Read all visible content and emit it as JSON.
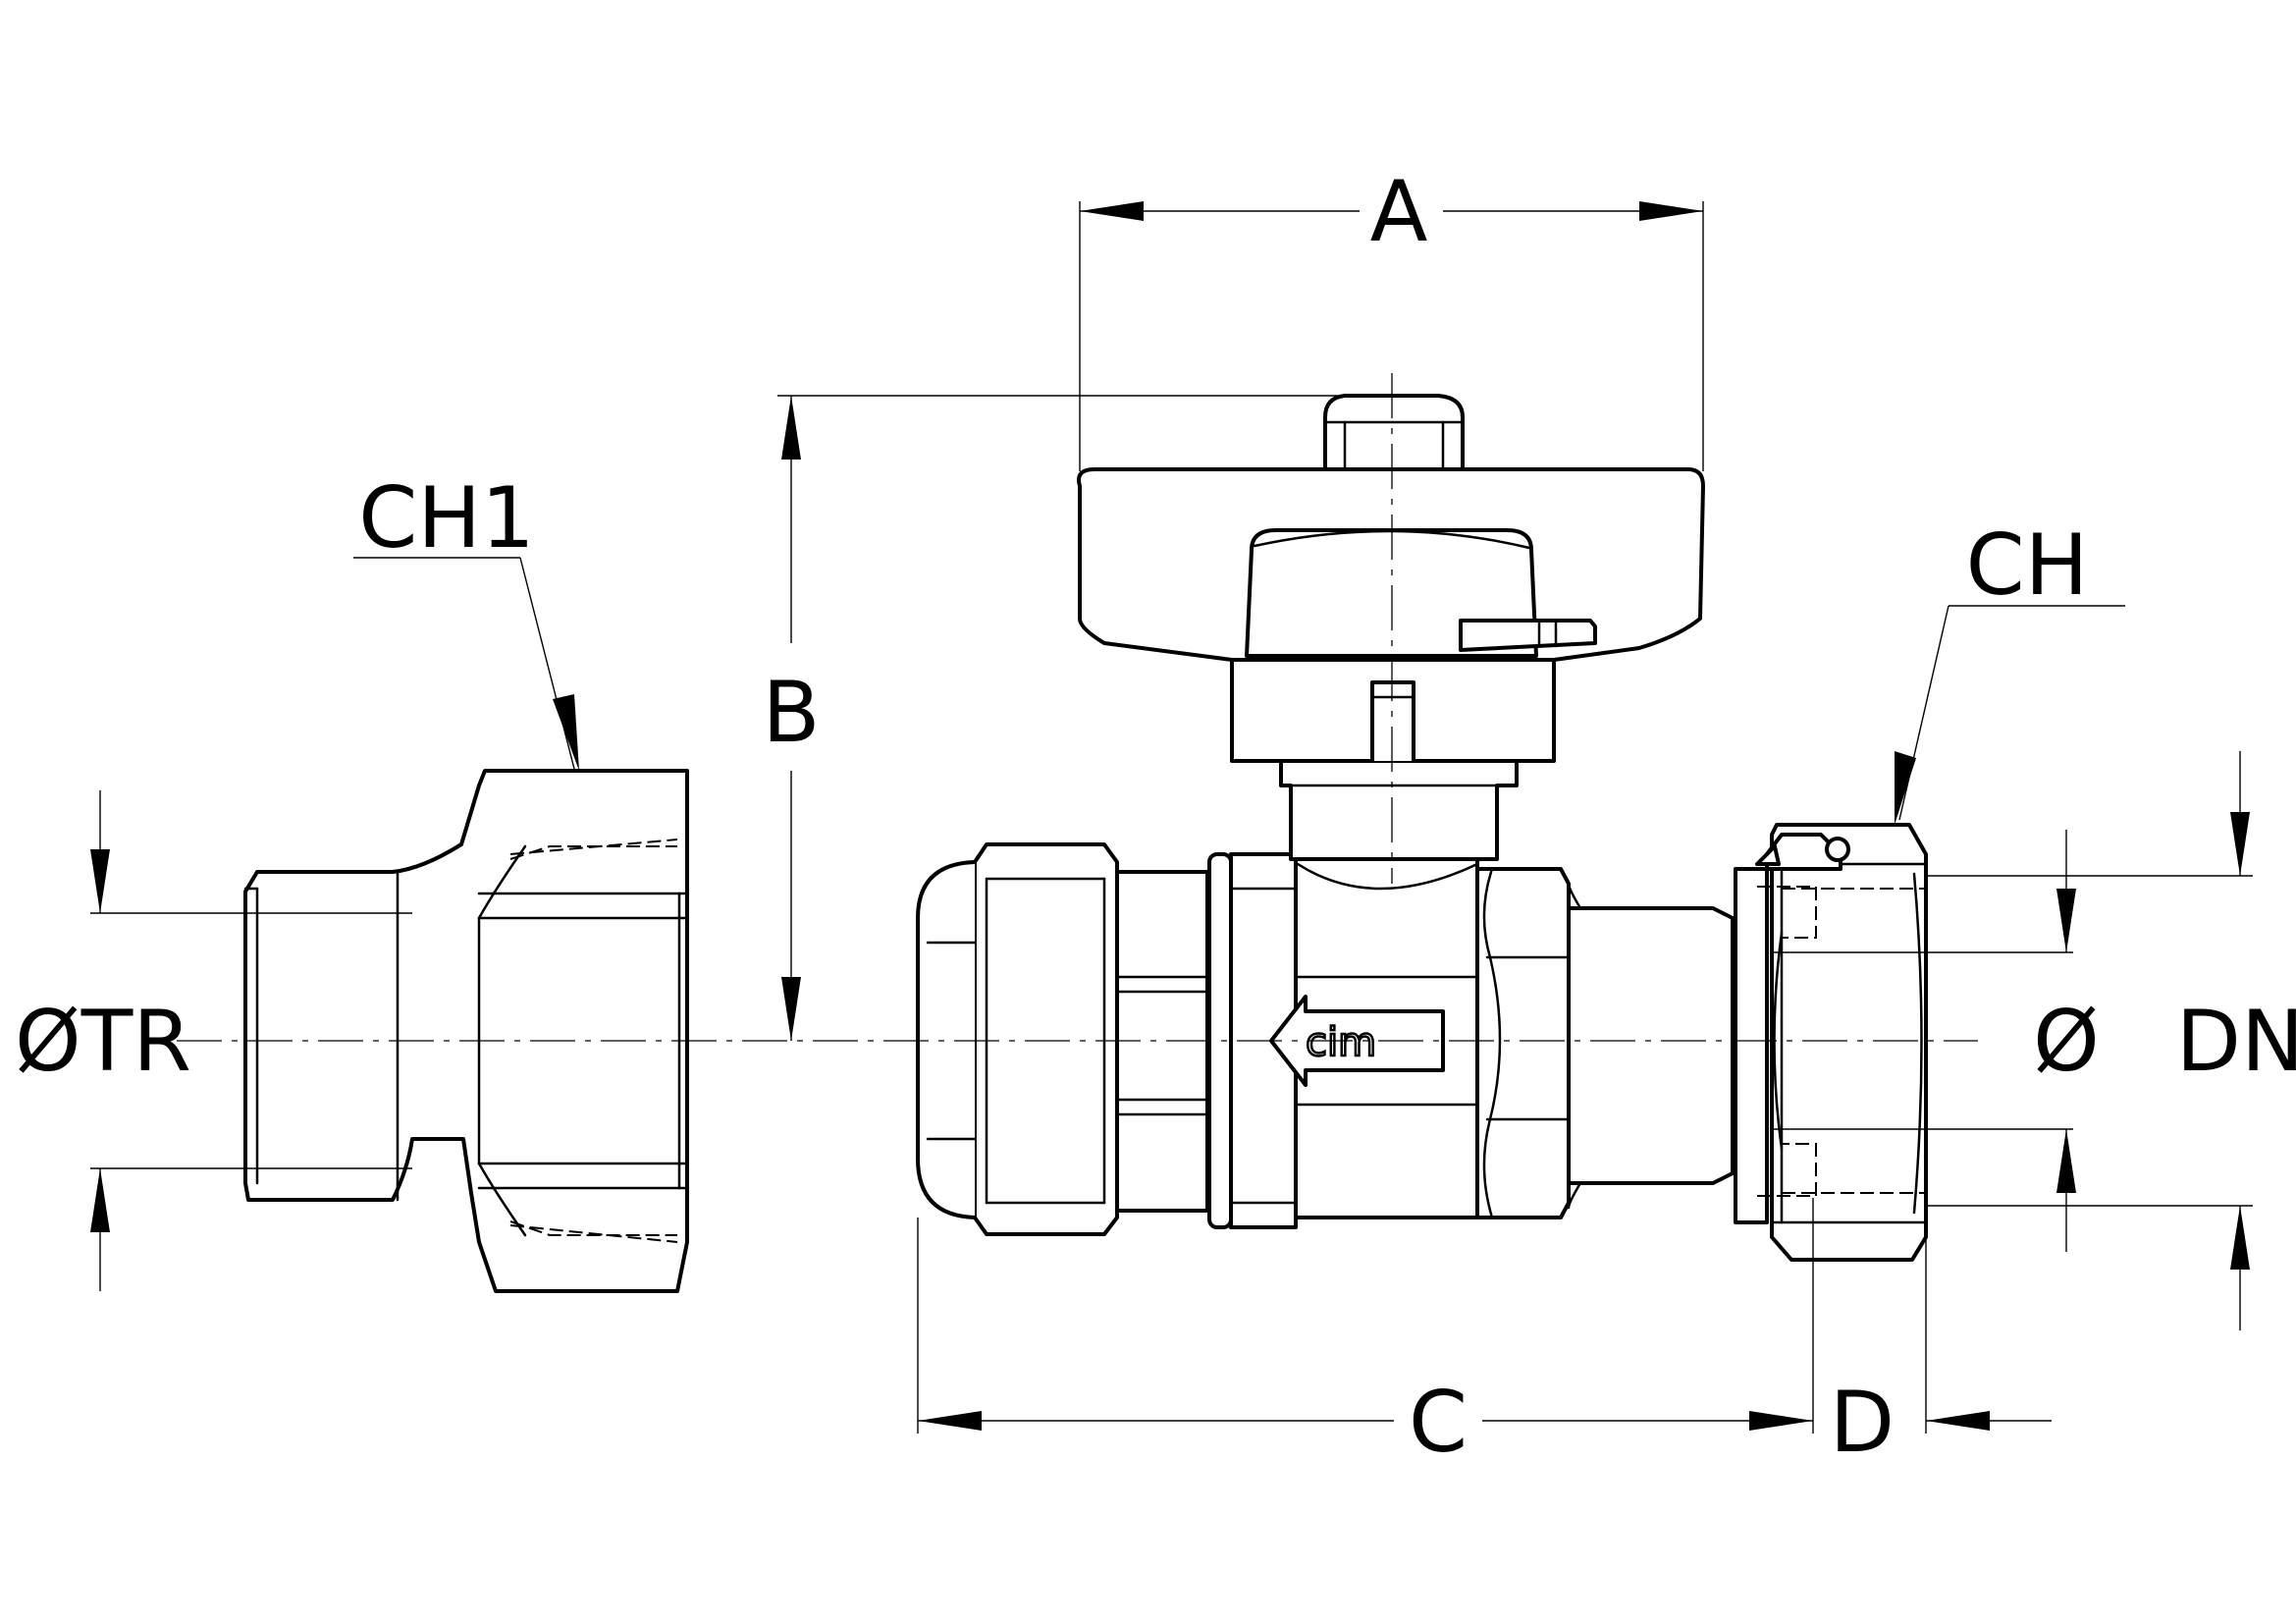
{
  "labels": {
    "dim_a": "A",
    "dim_b": "B",
    "dim_c": "C",
    "dim_d": "D",
    "dim_ch": "CH",
    "dim_ch1": "CH1",
    "dim_diameter": "Ø",
    "dim_dn": "DN",
    "dim_otr": "ØTR",
    "brand_mark": "cim"
  }
}
